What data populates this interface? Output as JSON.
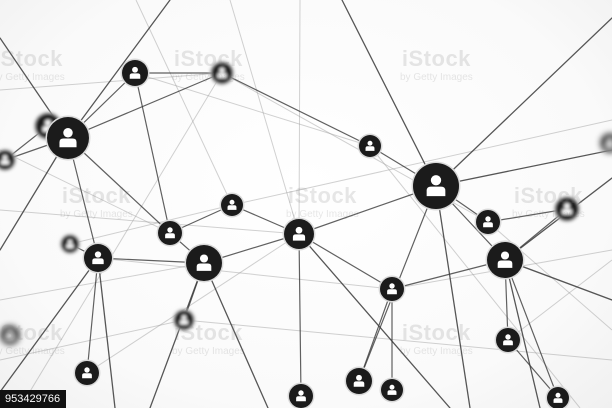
{
  "watermark": {
    "main": "iStock",
    "sub": "by Getty Images"
  },
  "stock_id": "953429766",
  "colors": {
    "node_fill": "#1b1b1b",
    "node_ring": "#d9d9d9",
    "icon": "#ffffff",
    "line": "#3a3a3a",
    "background": "#ffffff"
  },
  "node_icon": "user-icon"
}
